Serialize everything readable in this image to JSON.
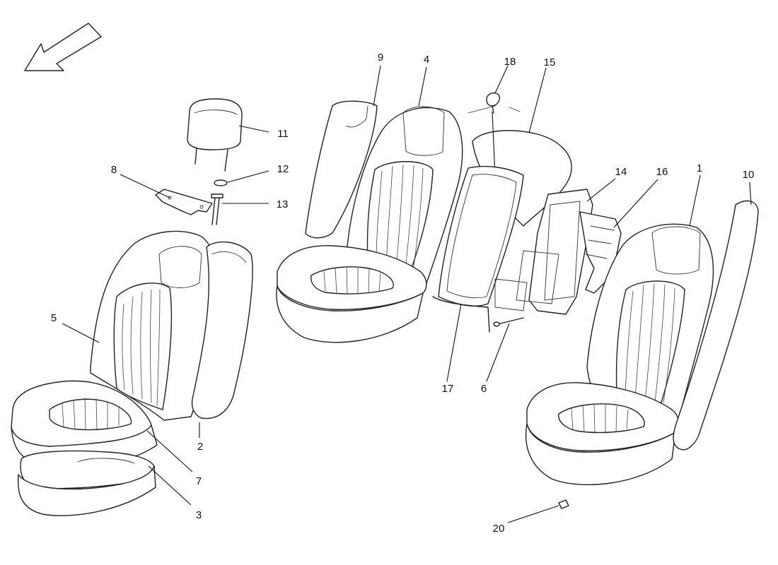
{
  "callouts": [
    {
      "id": "c1",
      "label": "1"
    },
    {
      "id": "c2",
      "label": "2"
    },
    {
      "id": "c3",
      "label": "3"
    },
    {
      "id": "c4",
      "label": "4"
    },
    {
      "id": "c5",
      "label": "5"
    },
    {
      "id": "c6",
      "label": "6"
    },
    {
      "id": "c7",
      "label": "7"
    },
    {
      "id": "c8",
      "label": "8"
    },
    {
      "id": "c9",
      "label": "9"
    },
    {
      "id": "c10",
      "label": "10"
    },
    {
      "id": "c11",
      "label": "11"
    },
    {
      "id": "c12",
      "label": "12"
    },
    {
      "id": "c13",
      "label": "13"
    },
    {
      "id": "c14",
      "label": "14"
    },
    {
      "id": "c15",
      "label": "15"
    },
    {
      "id": "c16",
      "label": "16"
    },
    {
      "id": "c17",
      "label": "17"
    },
    {
      "id": "c18",
      "label": "18"
    },
    {
      "id": "c20",
      "label": "20"
    }
  ],
  "orientation_arrow_icon": "arrow-down-left-icon"
}
